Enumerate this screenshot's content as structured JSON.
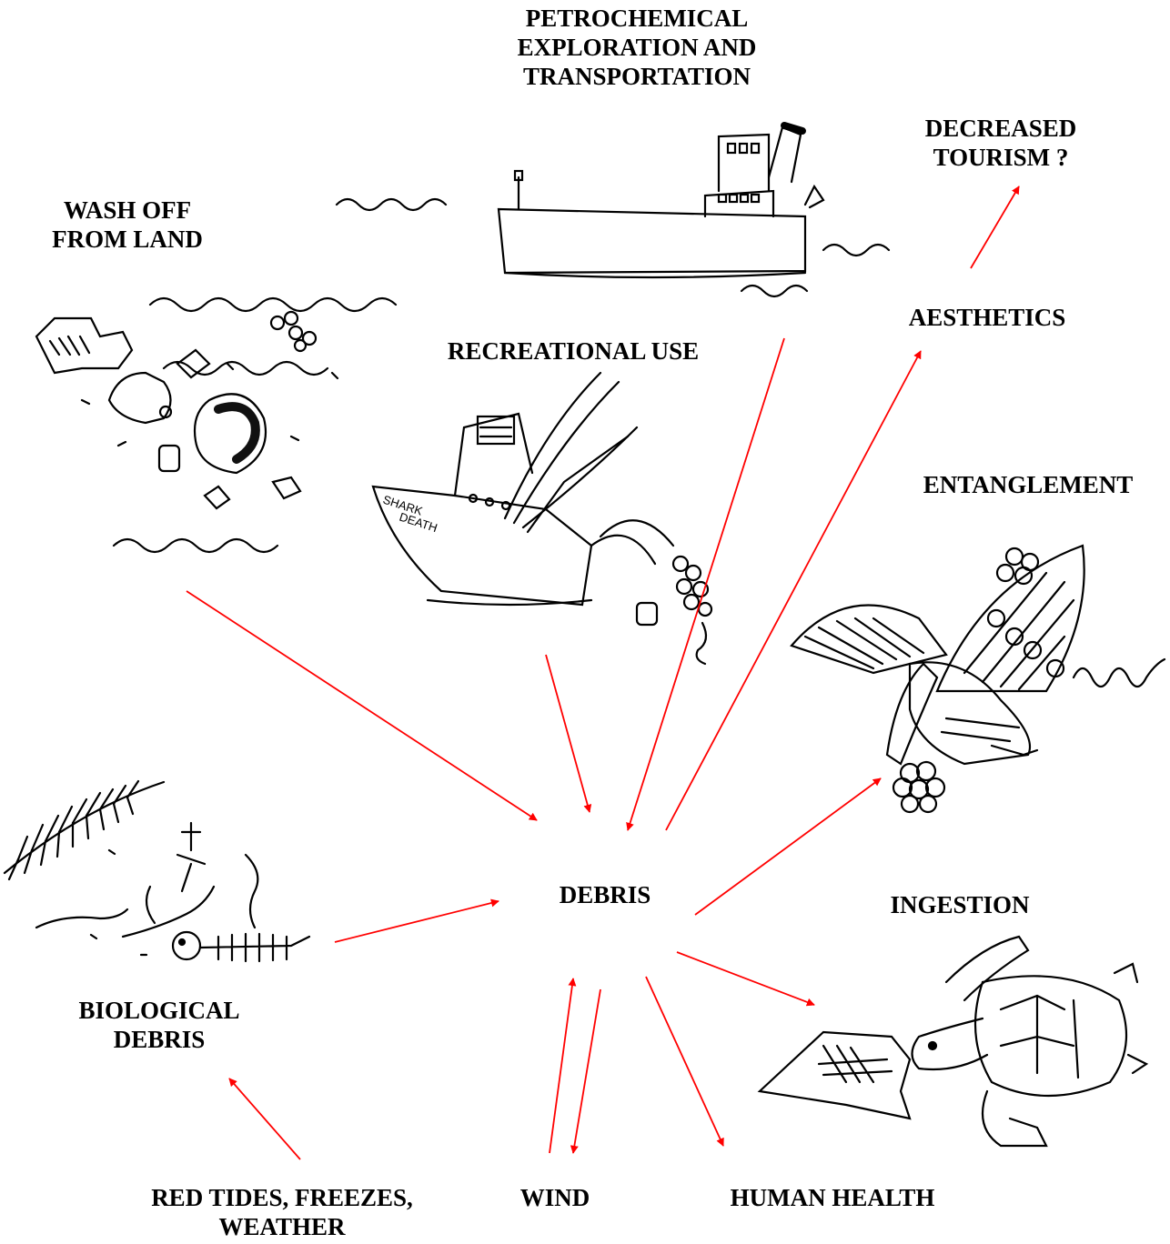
{
  "colors": {
    "arrow": "#ff0000",
    "ink": "#000000",
    "background": "#ffffff"
  },
  "labels": {
    "petrochemical": [
      "PETROCHEMICAL",
      "EXPLORATION AND",
      "TRANSPORTATION"
    ],
    "decreased_tourism": [
      "DECREASED",
      "TOURISM ?"
    ],
    "wash_off": [
      "WASH OFF",
      "FROM LAND"
    ],
    "aesthetics": "AESTHETICS",
    "recreational_use": "RECREATIONAL USE",
    "entanglement": "ENTANGLEMENT",
    "debris": "DEBRIS",
    "ingestion": "INGESTION",
    "biological_debris": [
      "BIOLOGICAL",
      "DEBRIS"
    ],
    "red_tides": [
      "RED TIDES, FREEZES,",
      "WEATHER"
    ],
    "wind": "WIND",
    "human_health": "HUMAN HEALTH"
  },
  "sketch_text": {
    "boat_name": [
      "SHARK",
      "DEATH"
    ]
  },
  "illustrations": [
    "floating-trash-sketch",
    "tanker-ship-sketch",
    "fishing-boat-sketch",
    "entangled-pelican-sketch",
    "biological-debris-sketch",
    "sea-turtle-ingesting-bag-sketch"
  ]
}
